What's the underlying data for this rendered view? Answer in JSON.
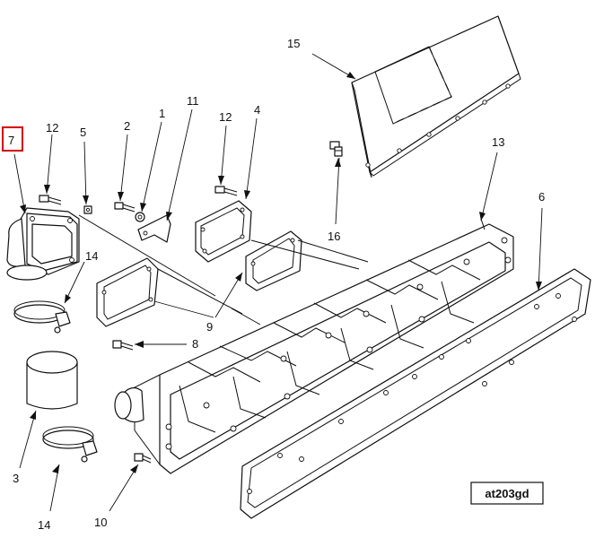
{
  "callouts": {
    "c1": "1",
    "c2": "2",
    "c3": "3",
    "c4": "4",
    "c5": "5",
    "c6": "6",
    "c7": "7",
    "c8": "8",
    "c9": "9",
    "c10": "10",
    "c11": "11",
    "c12a": "12",
    "c12b": "12",
    "c13": "13",
    "c14a": "14",
    "c14b": "14",
    "c15": "15",
    "c16": "16"
  },
  "highlight_color": "#d40000",
  "reference_code": "at203gd"
}
